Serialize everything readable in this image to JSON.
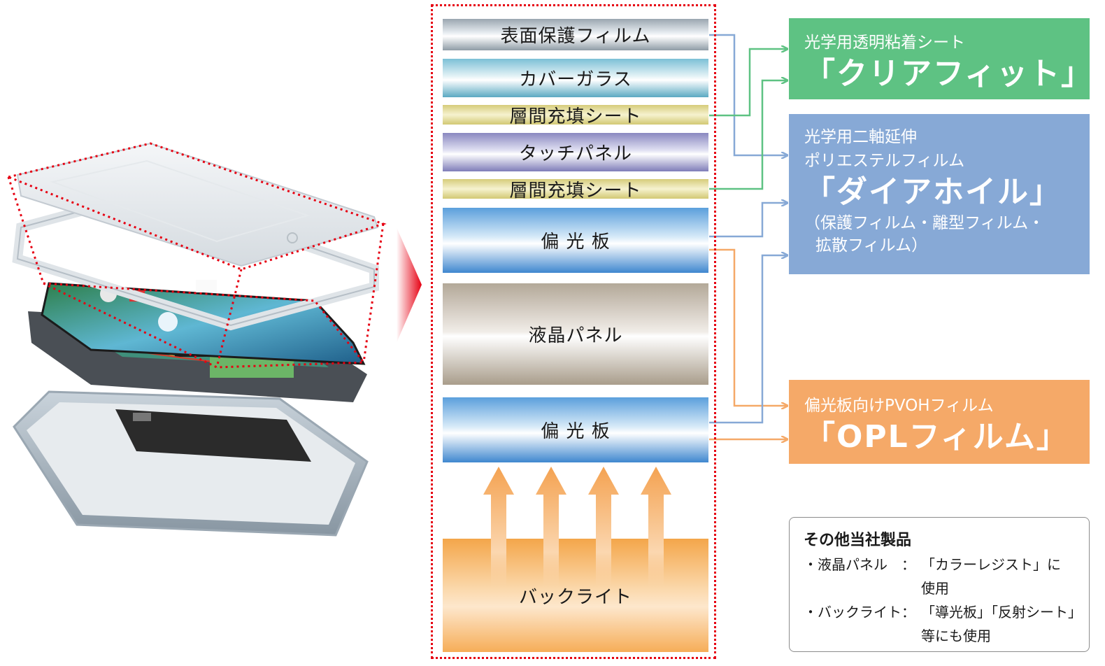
{
  "layers": {
    "protect_film": "表面保護フィルム",
    "cover_glass": "カバーガラス",
    "interlayer_fill_1": "層間充填シート",
    "touch_panel": "タッチパネル",
    "interlayer_fill_2": "層間充填シート",
    "polarizer_1": "偏 光 板",
    "lcd_panel": "液晶パネル",
    "polarizer_2": "偏 光 板",
    "backlight": "バックライト"
  },
  "products": {
    "clear_fit": {
      "subtitle": "光学用透明粘着シート",
      "name": "「クリアフィット」",
      "color": "#5ec283"
    },
    "diafoil": {
      "subtitle_1": "光学用二軸延伸",
      "subtitle_2": "ポリエステルフィルム",
      "name": "「ダイアホイル」",
      "note_1": "（保護フィルム・離型フィルム・",
      "note_2": "拡散フィルム）",
      "color": "#87a9d6"
    },
    "opl": {
      "subtitle": "偏光板向けPVOHフィルム",
      "name": "「OPLフィルム」",
      "color": "#f5a968"
    }
  },
  "other_products": {
    "title": "その他当社製品",
    "rows": [
      {
        "label": "・液晶パネル　：",
        "value": "「カラーレジスト」に"
      },
      {
        "label": "",
        "value": "使用"
      },
      {
        "label": "・バックライト：",
        "value": "「導光板」「反射シート」"
      },
      {
        "label": "",
        "value": "等にも使用"
      }
    ]
  },
  "accent_colors": {
    "frame_red": "#e60012",
    "connector_green": "#5ec283",
    "connector_blue": "#87a9d6",
    "connector_orange": "#f5a968"
  }
}
